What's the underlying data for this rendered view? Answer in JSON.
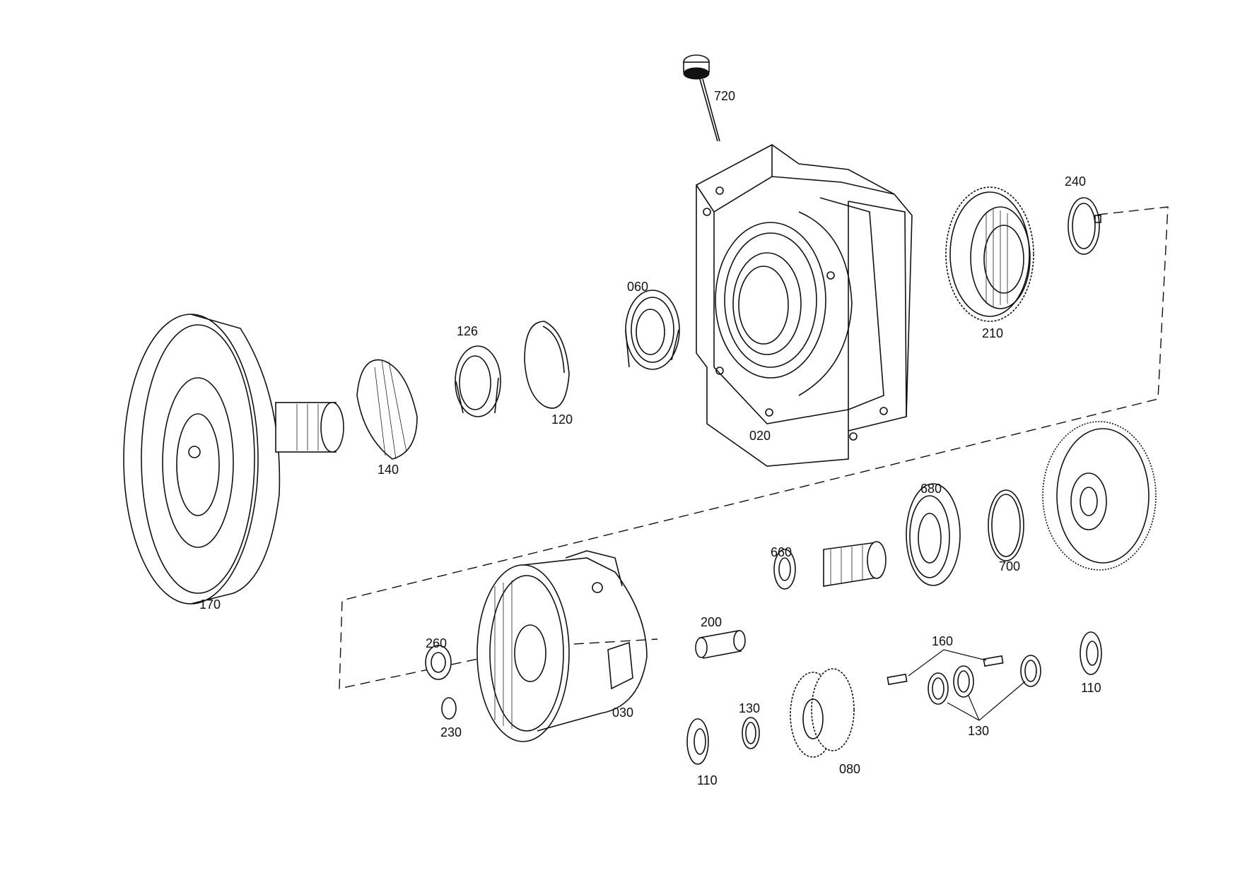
{
  "diagram": {
    "callouts": [
      {
        "id": "720",
        "label": "720"
      },
      {
        "id": "240",
        "label": "240"
      },
      {
        "id": "060",
        "label": "060"
      },
      {
        "id": "126",
        "label": "126"
      },
      {
        "id": "210",
        "label": "210"
      },
      {
        "id": "120",
        "label": "120"
      },
      {
        "id": "140",
        "label": "140"
      },
      {
        "id": "020",
        "label": "020"
      },
      {
        "id": "680",
        "label": "680"
      },
      {
        "id": "660",
        "label": "660"
      },
      {
        "id": "700",
        "label": "700"
      },
      {
        "id": "170",
        "label": "170"
      },
      {
        "id": "200",
        "label": "200"
      },
      {
        "id": "260",
        "label": "260"
      },
      {
        "id": "160",
        "label": "160"
      },
      {
        "id": "110a",
        "label": "110"
      },
      {
        "id": "130a",
        "label": "130"
      },
      {
        "id": "230",
        "label": "230"
      },
      {
        "id": "030",
        "label": "030"
      },
      {
        "id": "130b",
        "label": "130"
      },
      {
        "id": "080",
        "label": "080"
      },
      {
        "id": "110b",
        "label": "110"
      }
    ]
  }
}
